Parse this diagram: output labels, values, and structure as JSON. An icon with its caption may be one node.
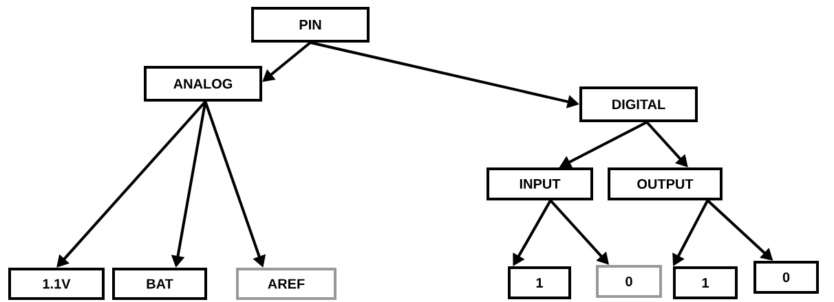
{
  "diagram": {
    "nodes": [
      {
        "text": [
          "PIN"
        ]
      },
      {
        "text": [
          "ANALOG"
        ]
      },
      {
        "text": [
          "DIGITAL"
        ]
      },
      {
        "text": [
          "1.1V"
        ]
      },
      {
        "text": [
          "BAT"
        ]
      },
      {
        "text": [
          "AREF"
        ]
      },
      {
        "text": [
          "INPUT"
        ]
      },
      {
        "text": [
          "OUTPUT"
        ]
      },
      {
        "text": [
          "1"
        ]
      },
      {
        "text": [
          "0"
        ]
      },
      {
        "text": [
          "1"
        ]
      },
      {
        "text": [
          "0"
        ]
      }
    ],
    "edges": [
      {
        "from": 0,
        "to": 1,
        "arrow": "to"
      },
      {
        "from": 0,
        "to": 2,
        "arrow": "to"
      },
      {
        "from": 1,
        "to": 3,
        "arrow": "to"
      },
      {
        "from": 1,
        "to": 4,
        "arrow": "to"
      },
      {
        "from": 1,
        "to": 5,
        "arrow": "to"
      },
      {
        "from": 2,
        "to": 6,
        "arrow": "to"
      },
      {
        "from": 2,
        "to": 7,
        "arrow": "to"
      },
      {
        "from": 6,
        "to": 8,
        "arrow": "to"
      },
      {
        "from": 6,
        "to": 9,
        "arrow": "to"
      },
      {
        "from": 7,
        "to": 10,
        "arrow": "to"
      },
      {
        "from": 7,
        "to": 11,
        "arrow": "to"
      }
    ]
  }
}
